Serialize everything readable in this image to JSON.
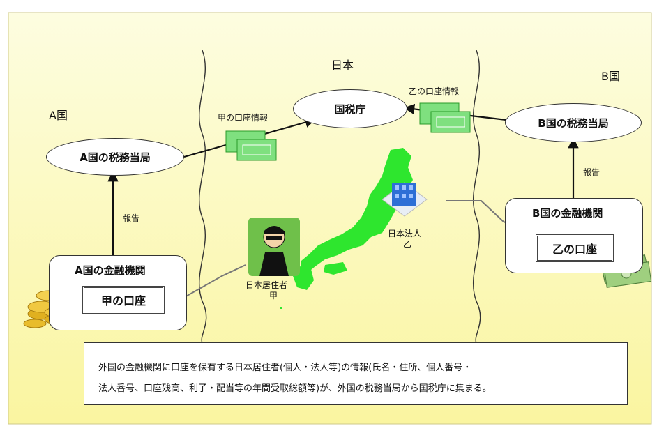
{
  "regions": {
    "japan": "日本",
    "country_a": "A国",
    "country_b": "B国"
  },
  "nodes": {
    "nta": "国税庁",
    "a_tax_authority": "A国の税務当局",
    "b_tax_authority": "B国の税務当局",
    "a_financial_institution": "A国の金融機関",
    "b_financial_institution": "B国の金融機関",
    "a_account": "甲の口座",
    "b_account": "乙の口座"
  },
  "flows": {
    "a_account_info": "甲の口座情報",
    "b_account_info": "乙の口座情報",
    "a_report": "報告",
    "b_report": "報告"
  },
  "persons": {
    "resident_line1": "日本居住者",
    "resident_line2": "甲",
    "corp_line1": "日本法人",
    "corp_line2": "乙"
  },
  "note": {
    "line1": "外国の金融機関に口座を保有する日本居住者(個人・法人等)の情報(氏名・住所、個人番号・",
    "line2": "法人番号、口座残高、利子・配当等の年間受取総額等)が、外国の税務当局から国税庁に集まる。"
  },
  "colors": {
    "background_top": "#fdfde0",
    "background_bottom": "#faf5a0",
    "japan_map": "#2ee62e",
    "paper": "#7fe07f"
  },
  "icons": [
    "person-icon",
    "building-icon",
    "gold-coins-icon",
    "banknotes-icon",
    "account-info-paper-icon"
  ]
}
